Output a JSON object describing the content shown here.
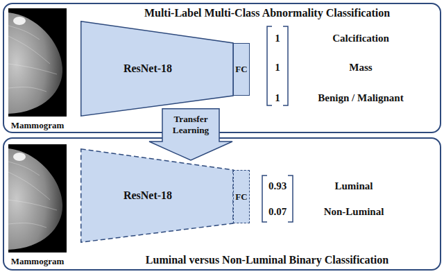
{
  "diagram": {
    "nodes": [
      {
        "text": [
          "Multi-Label Multi-Class Abnormality Classification"
        ]
      },
      {
        "text": [
          "Mammogram"
        ],
        "in": 0
      },
      {
        "text": [
          "ResNet-18"
        ],
        "in": 0
      },
      {
        "text": [
          "FC"
        ],
        "in": 0
      },
      {
        "text": [
          "Transfer Learning"
        ]
      },
      {
        "text": [
          "Luminal versus Non-Luminal Binary Classification"
        ]
      },
      {
        "text": [
          "Mammogram"
        ],
        "in": 5
      },
      {
        "text": [
          "ResNet-18"
        ],
        "in": 5
      },
      {
        "text": [
          "FC"
        ],
        "in": 5
      }
    ],
    "labels": [
      "1",
      "Calcification",
      "1",
      "Mass",
      "1",
      "Benign / Malignant",
      "0.93",
      "Luminal",
      "0.07",
      "Non-Luminal"
    ]
  }
}
